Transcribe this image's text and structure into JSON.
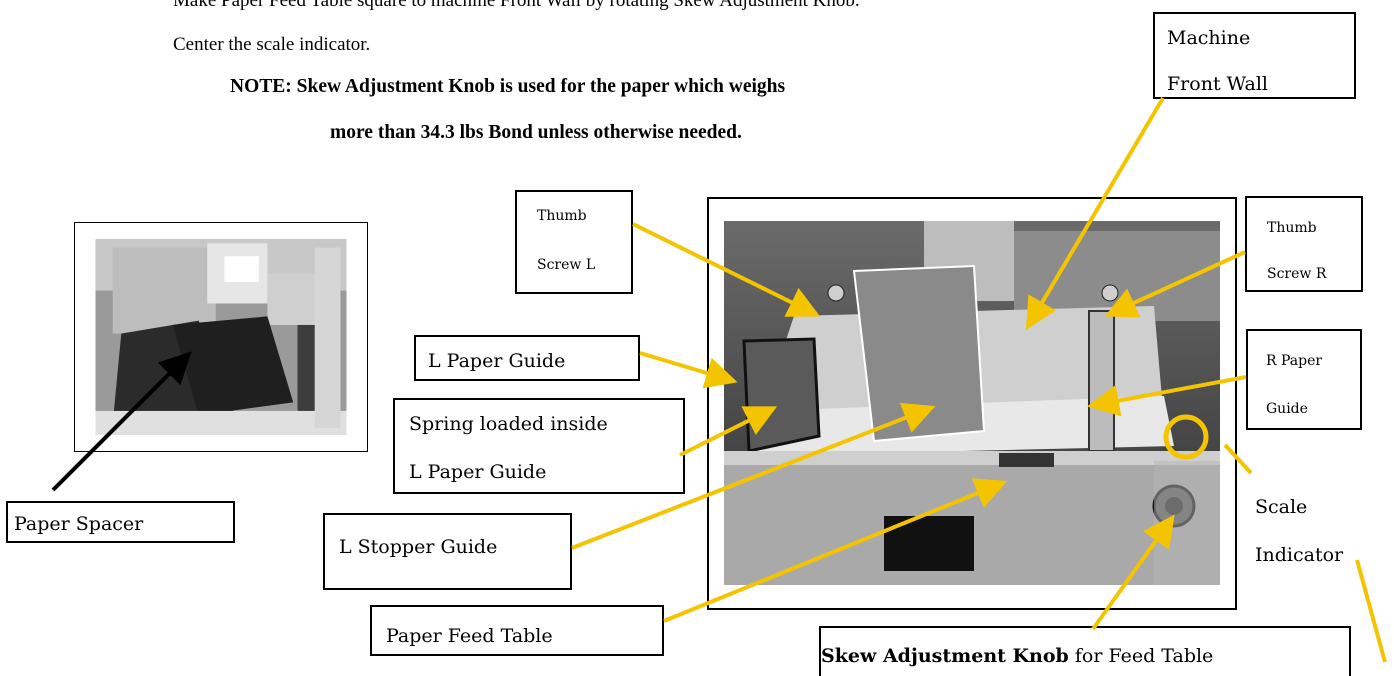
{
  "intro": {
    "line1": "Make Paper Feed Table square to machine Front Wall by rotating Skew Adjustment Knob.",
    "line2": "Center the scale indicator."
  },
  "note": {
    "line1": "NOTE:    Skew Adjustment Knob is used for the paper which weighs",
    "line2": "more than 34.3 lbs Bond unless otherwise needed."
  },
  "callouts": {
    "machine_front_wall": [
      "Machine",
      "Front Wall"
    ],
    "thumb_screw_l": [
      "Thumb",
      "Screw L"
    ],
    "thumb_screw_r": [
      "Thumb",
      "Screw R"
    ],
    "l_paper_guide": "L Paper Guide",
    "r_paper_guide": [
      "R  Paper",
      "Guide"
    ],
    "spring_loaded": [
      "Spring  loaded  inside",
      "L Paper Guide"
    ],
    "l_stopper_guide": "L Stopper Guide",
    "paper_feed_table": "Paper Feed Table",
    "paper_spacer": "Paper Spacer",
    "scale_indicator": [
      "Scale",
      "Indicator"
    ],
    "skew_knob_bold": "Skew Adjustment Knob",
    "skew_knob_rest": " for Feed Table"
  },
  "colors": {
    "arrow_yellow": "#f5c400",
    "arrow_black": "#000000",
    "photo_dark": "#3a3a3a",
    "paper_gray": "#8a8a8a"
  }
}
